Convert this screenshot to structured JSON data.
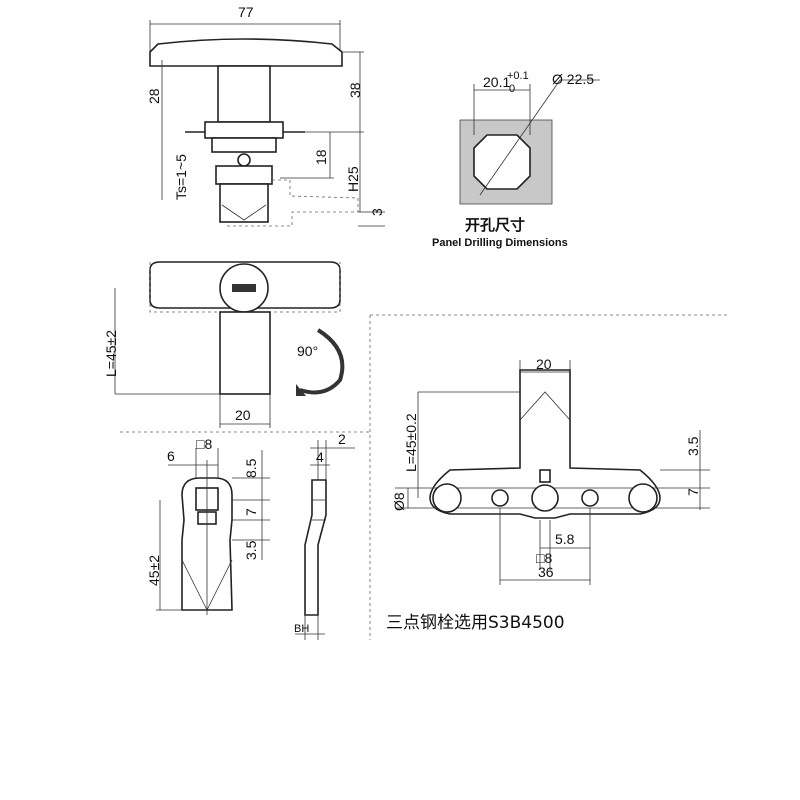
{
  "diagram": {
    "top_view": {
      "width": "77",
      "d28": "28",
      "d38": "38",
      "d18": "18",
      "ts": "Ts=1~5",
      "h25": "H25",
      "d3": "3"
    },
    "front_view": {
      "length": "L=45±2",
      "width": "20",
      "rotation": "90°"
    },
    "drilling": {
      "width_main": "20.1",
      "width_sup": "+0.1",
      "width_sub": "0",
      "diameter": "Ø 22.5",
      "caption_cn": "开孔尺寸",
      "caption_en": "Panel Drilling Dimensions"
    },
    "cam_detail": {
      "d6": "6",
      "sq8": "□8",
      "d85": "8.5",
      "d7": "7",
      "d35": "3.5",
      "len": "45±2"
    },
    "side_detail": {
      "d2": "2",
      "d4": "4",
      "bh": "BH"
    },
    "three_point": {
      "d20": "20",
      "length": "L=45±0.2",
      "d35": "3.5",
      "d7": "7",
      "phi8": "Ø8",
      "d58": "5.8",
      "sq8": "□8",
      "d36": "36",
      "note": "三点钢栓选用S3B4500"
    }
  }
}
